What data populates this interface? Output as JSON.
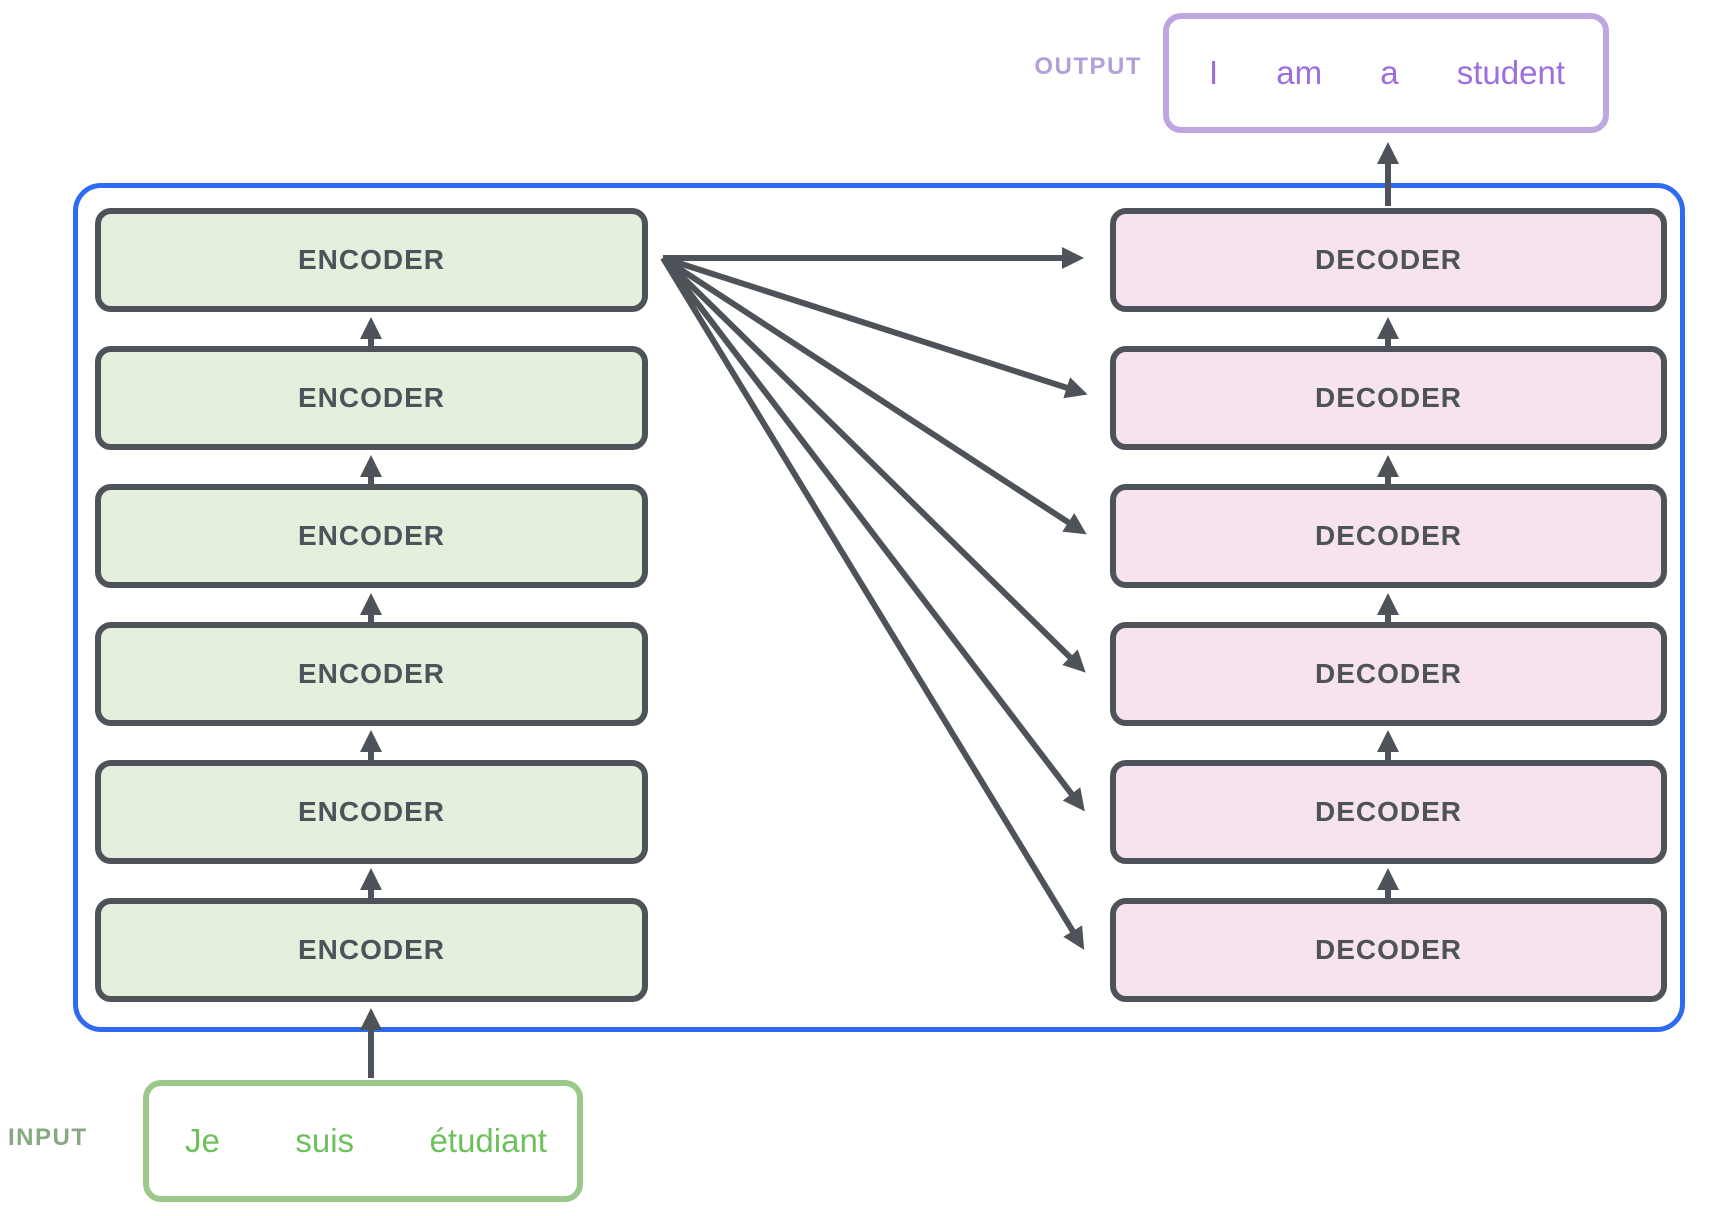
{
  "diagram_title": "transformer-encoder-decoder-stack",
  "output_label": {
    "text": "OUTPUT"
  },
  "output_box": {
    "words": [
      "I",
      "am",
      "a",
      "student"
    ]
  },
  "encoder_stack": {
    "items": [
      "ENCODER",
      "ENCODER",
      "ENCODER",
      "ENCODER",
      "ENCODER",
      "ENCODER"
    ]
  },
  "decoder_stack": {
    "items": [
      "DECODER",
      "DECODER",
      "DECODER",
      "DECODER",
      "DECODER",
      "DECODER"
    ]
  },
  "input_label": {
    "text": "INPUT"
  },
  "input_box": {
    "words": [
      "Je",
      "suis",
      "étudiant"
    ]
  },
  "colors": {
    "container_border": "#2e6bf2",
    "block_border_and_text": "#4d5359",
    "encoder_fill": "#e4efde",
    "decoder_fill": "#f6e3ee",
    "arrow": "#4d5359",
    "output_box_border": "#bfa6e0",
    "output_text": "#9c6ee0",
    "output_label_text": "#b3a0d8",
    "input_box_border": "#9dc88c",
    "input_text": "#6ec05b",
    "input_label_text": "#86a981",
    "background": "#ffffff"
  }
}
